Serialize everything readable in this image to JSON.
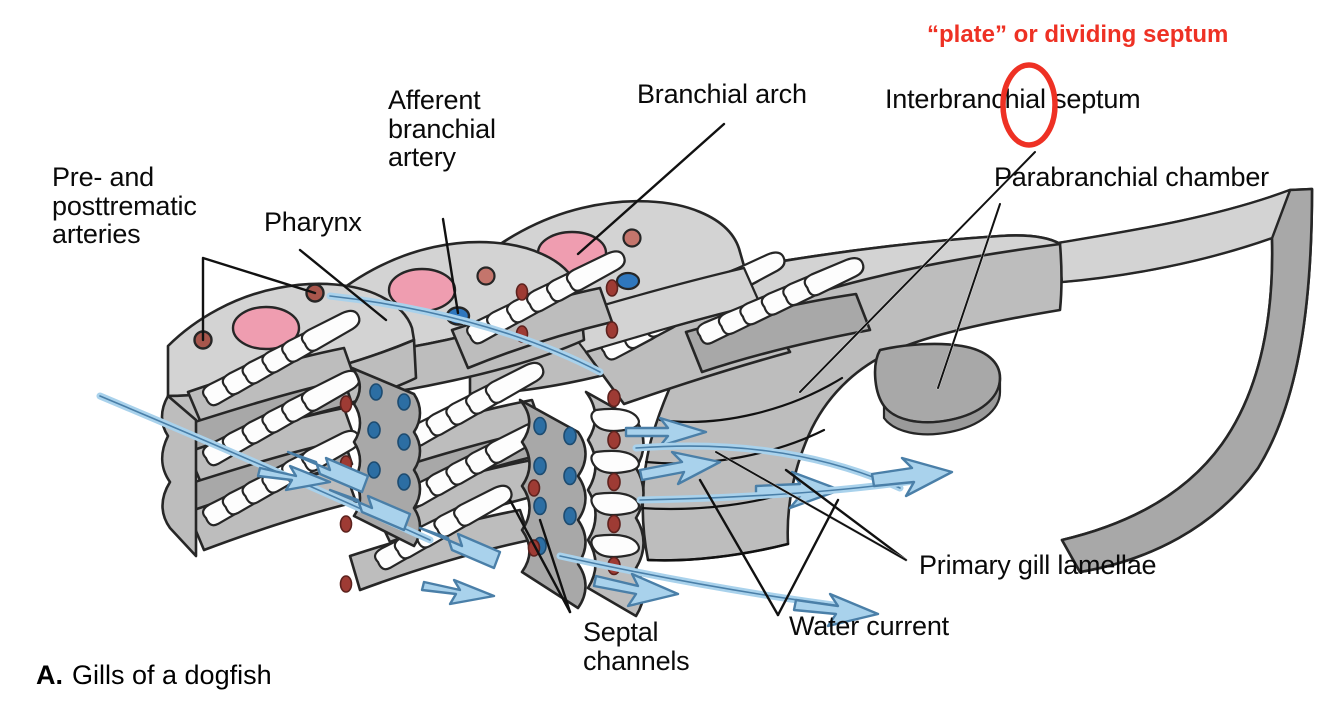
{
  "figure": {
    "title_id": "A.",
    "title_text": "Gills of a dogfish",
    "subject": "Gills of a dogfish — cutaway view of branchial arches, interbranchial septa and parabranchial chambers",
    "background_color": "#ffffff"
  },
  "annotation": {
    "text": "“plate” or dividing septum",
    "color": "#ee3124",
    "circled_term": "Interbranchial septum",
    "circle_color": "#ee3124"
  },
  "labels": [
    {
      "id": "pre-posttrematic-arteries",
      "text": "Pre- and\nposttrematic\narteries"
    },
    {
      "id": "pharynx",
      "text": "Pharynx"
    },
    {
      "id": "afferent-branchial-artery",
      "text": "Afferent\nbranchial\nartery"
    },
    {
      "id": "branchial-arch",
      "text": "Branchial arch"
    },
    {
      "id": "interbranchial-septum",
      "text": "Interbranchial  septum"
    },
    {
      "id": "parabranchial-chamber",
      "text": "Parabranchial chamber"
    },
    {
      "id": "primary-gill-lamellae",
      "text": "Primary gill lamellae"
    },
    {
      "id": "water-current",
      "text": "Water current"
    },
    {
      "id": "septal-channels",
      "text": "Septal\nchannels"
    }
  ],
  "colors": {
    "tissue_light": "#d3d3d3",
    "tissue_mid": "#bdbdbd",
    "tissue_dark": "#a8a8a8",
    "tissue_darker": "#9a9a9a",
    "lamella_white": "#fdfdfd",
    "outline": "#262626",
    "artery_pink": "#ef9db0",
    "vein_blue": "#2f77bd",
    "dot_red": "#9e3b34",
    "dot_blue": "#2c6ea3",
    "water_fill": "#a9d2ec",
    "water_stroke": "#4a7fa8",
    "leader": "#111111",
    "annot_red": "#ee3124"
  },
  "structures": {
    "branchial_arches": 3,
    "lamellae_rows": 8,
    "water_arrows": 9,
    "septal_plate_pores": 12,
    "description": "Three stacked branchial arches bearing rows of primary gill lamellae, separated by interbranchial septa; water flows from the pharynx between lamellae into the parabranchial chambers and out through the body wall."
  }
}
